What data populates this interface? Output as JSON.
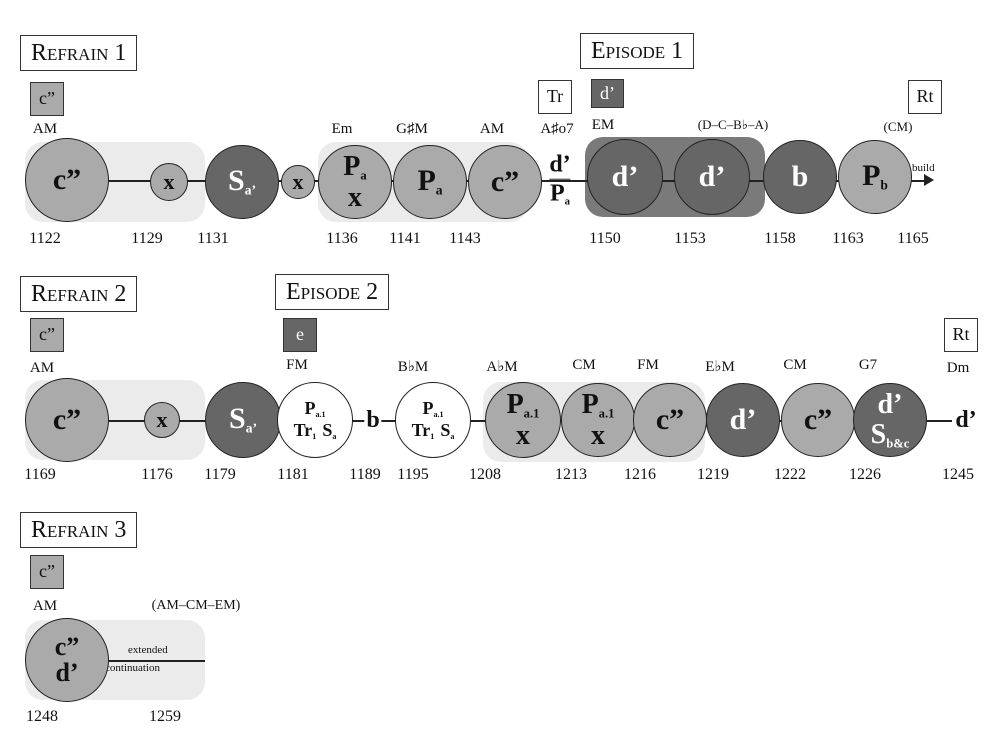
{
  "row1": {
    "title": "Refrain 1",
    "key_box": "c”",
    "episode_title": "Episode 1",
    "episode_key_box": "d’",
    "tr_box": "Tr",
    "rt_box": "Rt",
    "build": "build",
    "fraction": {
      "top": "d’",
      "bottom": "P",
      "bottom_sub": "a"
    },
    "keys": [
      "AM",
      "Em",
      "G♯M",
      "AM",
      "A♯o7",
      "EM",
      "(D–C–B♭–A)",
      "(CM)"
    ],
    "measures": [
      "1122",
      "1129",
      "1131",
      "1136",
      "1141",
      "1143",
      "1150",
      "1153",
      "1158",
      "1163",
      "1165"
    ],
    "nodes": [
      {
        "t": "c”"
      },
      {
        "t": "x"
      },
      {
        "t": "S",
        "s": "a’"
      },
      {
        "t": "x"
      },
      {
        "t": "P",
        "s": "a",
        "b": "x"
      },
      {
        "t": "P",
        "s": "a"
      },
      {
        "t": "c”"
      },
      {
        "t": "d’"
      },
      {
        "t": "d’"
      },
      {
        "t": "b"
      },
      {
        "t": "P",
        "s": "b"
      }
    ]
  },
  "row2": {
    "title": "Refrain 2",
    "key_box": "c”",
    "episode_title": "Episode 2",
    "episode_key_box": "e",
    "rt_box": "Rt",
    "b_text": "b",
    "end_text": "d’",
    "keys": [
      "AM",
      "FM",
      "B♭M",
      "A♭M",
      "CM",
      "FM",
      "E♭M",
      "CM",
      "G7",
      "Dm"
    ],
    "measures": [
      "1169",
      "1176",
      "1179",
      "1181",
      "1189",
      "1195",
      "1208",
      "1213",
      "1216",
      "1219",
      "1222",
      "1226",
      "1245"
    ],
    "nodes": [
      {
        "t": "c”"
      },
      {
        "t": "x"
      },
      {
        "t": "S",
        "s": "a’"
      },
      {
        "t": "P",
        "s": "a.1",
        "b": "Tr",
        "bs": "1",
        "c": "S",
        "cs": "a"
      },
      {
        "t": "P",
        "s": "a.1",
        "b": "Tr",
        "bs": "1",
        "c": "S",
        "cs": "a"
      },
      {
        "t": "P",
        "s": "a.1",
        "b": "x"
      },
      {
        "t": "P",
        "s": "a.1",
        "b": "x"
      },
      {
        "t": "c”"
      },
      {
        "t": "d’"
      },
      {
        "t": "c”"
      },
      {
        "t": "d’",
        "b": "S",
        "bs": "b&c"
      }
    ]
  },
  "row3": {
    "title": "Refrain 3",
    "key_box": "c”",
    "keys": [
      "AM",
      "(AM–CM–EM)"
    ],
    "measures": [
      "1248",
      "1259"
    ],
    "node": {
      "t": "c”",
      "b": "d’"
    },
    "extended": "extended",
    "continuation": "continuation"
  },
  "colors": {
    "light_node": "#aaaaaa",
    "dark_node": "#666666",
    "group_bg": "#ebebeb",
    "episode_bg": "#7a7a7a"
  }
}
